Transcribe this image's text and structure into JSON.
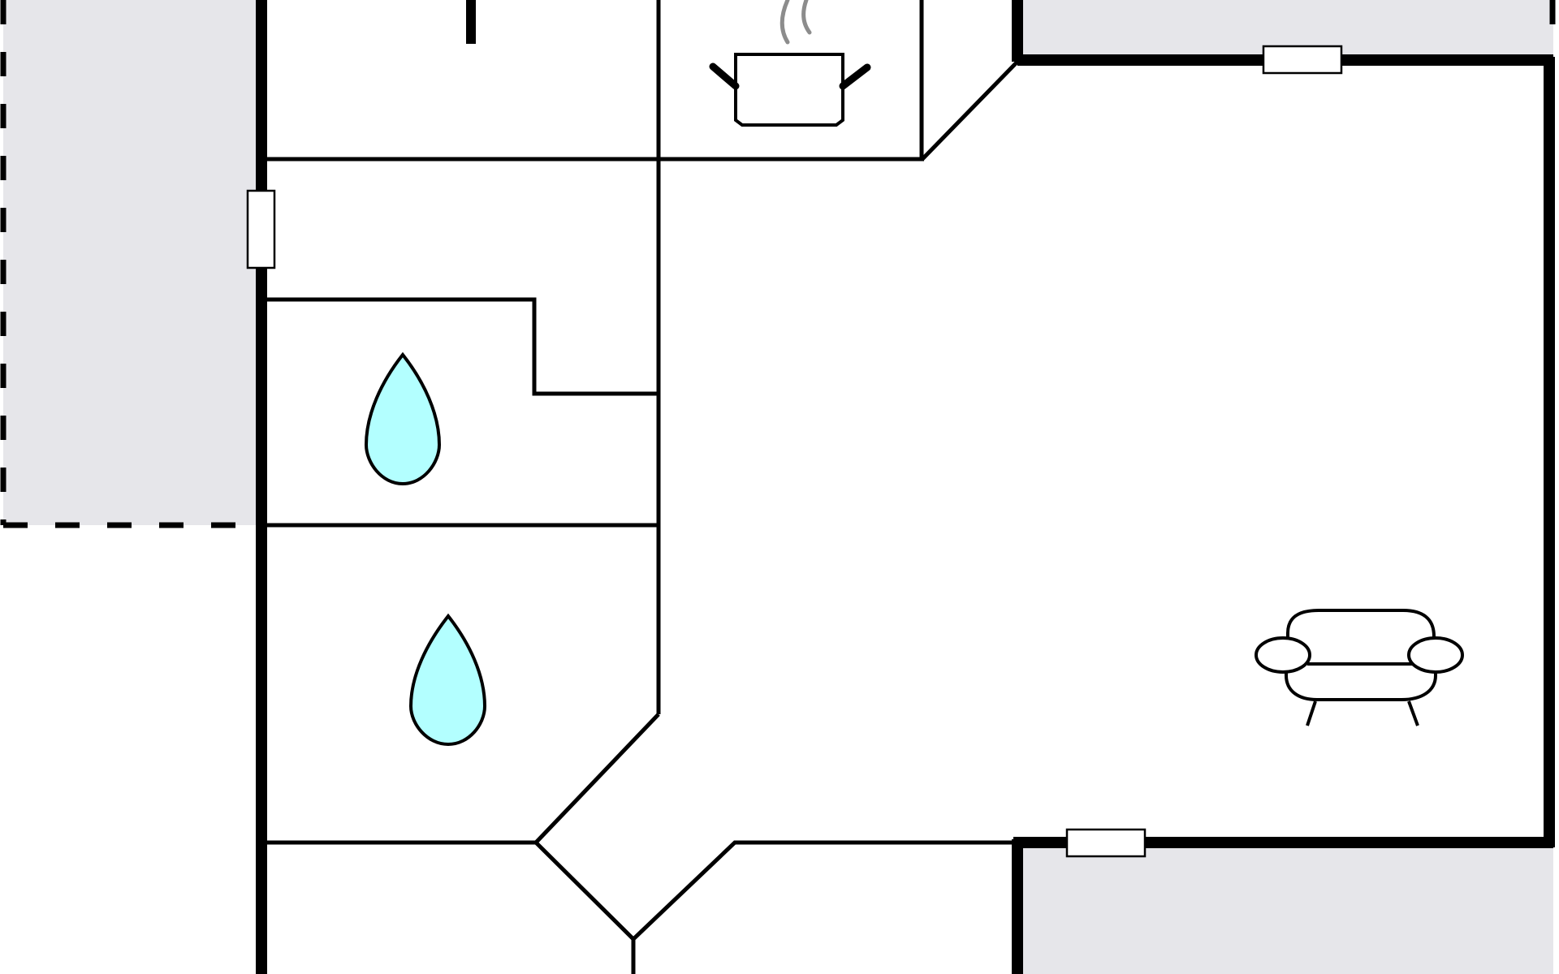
{
  "colors": {
    "background": "#ffffff",
    "wall": "#000000",
    "outdoor_area": "#e6e6ea",
    "water": "#b3ffff",
    "steam": "#8c8c8c",
    "window_fill": "#ffffff"
  },
  "rooms": [
    {
      "id": "room-top-left",
      "type": "room"
    },
    {
      "id": "kitchen",
      "type": "kitchen",
      "icon": "cooking-pot-icon"
    },
    {
      "id": "hallway",
      "type": "room"
    },
    {
      "id": "bathroom-upper",
      "type": "bathroom",
      "icon": "water-drop-icon"
    },
    {
      "id": "bathroom-lower",
      "type": "bathroom",
      "icon": "water-drop-icon"
    },
    {
      "id": "living-room",
      "type": "living room",
      "icon": "sofa-icon"
    },
    {
      "id": "room-bottom-left",
      "type": "room"
    }
  ],
  "outdoor_areas": [
    {
      "id": "terrace-west",
      "style": "dashed border"
    },
    {
      "id": "terrace-north-east",
      "style": "solid"
    },
    {
      "id": "terrace-south-east",
      "style": "solid"
    }
  ],
  "icons": [
    {
      "id": "cooking-pot",
      "name": "cooking-pot-icon",
      "room": "kitchen"
    },
    {
      "id": "drop-upper",
      "name": "water-drop-icon",
      "room": "bathroom-upper"
    },
    {
      "id": "drop-lower",
      "name": "water-drop-icon",
      "room": "bathroom-lower"
    },
    {
      "id": "sofa",
      "name": "sofa-icon",
      "room": "living-room"
    }
  ],
  "windows": [
    {
      "id": "window-west"
    },
    {
      "id": "window-north"
    },
    {
      "id": "window-south"
    }
  ]
}
